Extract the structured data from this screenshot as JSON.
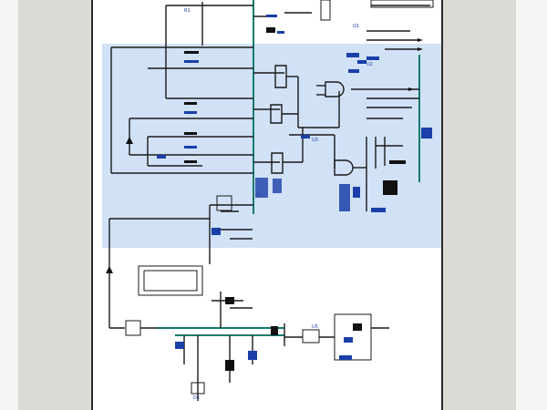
{
  "window": {
    "app": "schematic-viewer",
    "selection_color": "#c9dcf4",
    "page_color": "#ffffff",
    "background_color": "#dcdad5",
    "wire_color": "#1a1a1a",
    "label_color": "#1a3fa8",
    "bus_color": "#0f7b6c"
  },
  "document": {
    "type": "circuit-schematic",
    "selected_region": true
  },
  "icons": {
    "page": "schematic-page-icon",
    "selection": "selection-highlight"
  }
}
